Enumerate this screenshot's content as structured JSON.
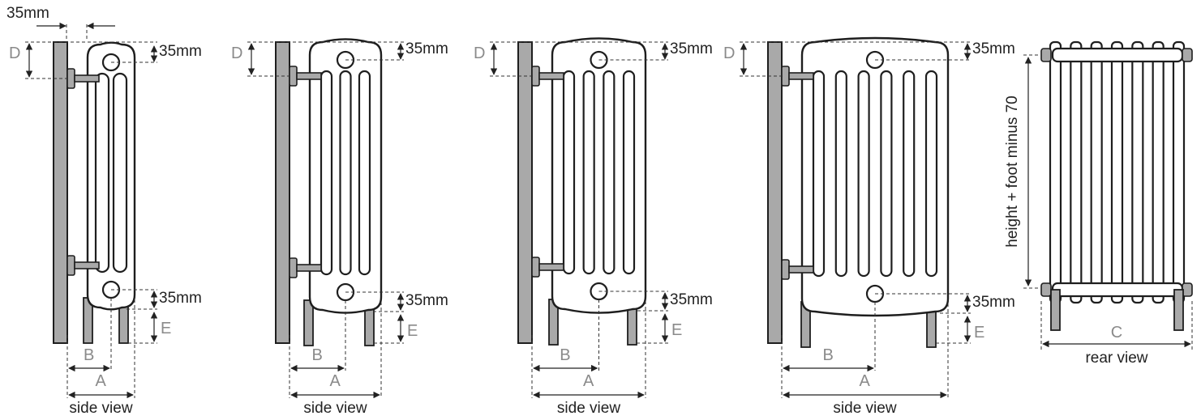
{
  "labels": {
    "mm35": "35mm",
    "A": "A",
    "B": "B",
    "C": "C",
    "D": "D",
    "E": "E",
    "side_view": "side view",
    "rear_view": "rear view",
    "height_note": "height + foot minus 70"
  },
  "colors": {
    "wall": "#a9a9a9",
    "outline": "#1e1e1e",
    "dimension_letters": "#8a8a8a"
  },
  "views": [
    {
      "kind": "side",
      "columns": 2
    },
    {
      "kind": "side",
      "columns": 3
    },
    {
      "kind": "side",
      "columns": 4
    },
    {
      "kind": "side",
      "columns": 6
    },
    {
      "kind": "rear",
      "sections": 7
    }
  ]
}
